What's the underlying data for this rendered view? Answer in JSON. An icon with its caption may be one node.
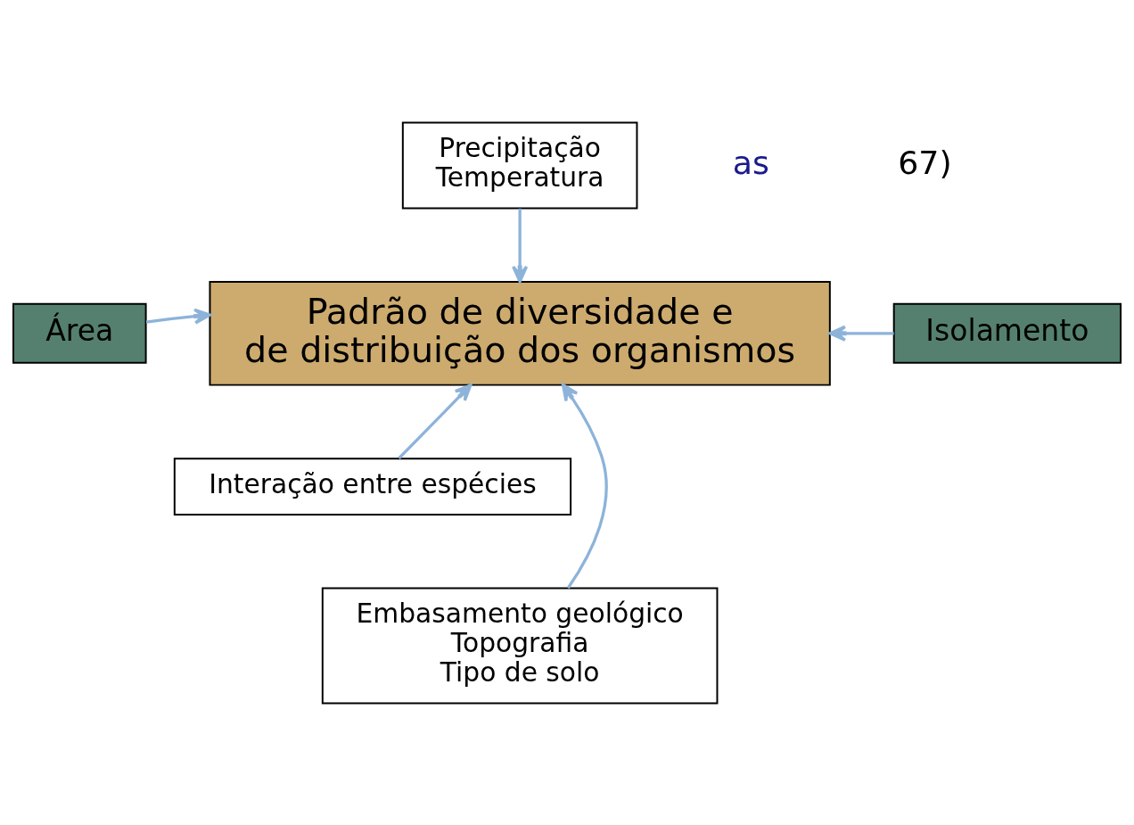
{
  "diagram": {
    "nodes": [
      {
        "text": [
          "Precipitação",
          "Temperatura"
        ]
      },
      {
        "text": [
          "Padrão de diversidade e de distribuição dos organismos"
        ]
      },
      {
        "text": [
          "Área"
        ]
      },
      {
        "text": [
          "Isolamento"
        ]
      },
      {
        "text": [
          "Interação entre espécies"
        ]
      },
      {
        "text": [
          "Embasamento geológico",
          "Topografia",
          "Tipo de solo"
        ]
      }
    ],
    "edges": [
      {
        "from": 0,
        "to": 1,
        "arrow": "to"
      },
      {
        "from": 2,
        "to": 1,
        "arrow": "to"
      },
      {
        "from": 3,
        "to": 1,
        "arrow": "to"
      },
      {
        "from": 4,
        "to": 1,
        "arrow": "to"
      },
      {
        "from": 5,
        "to": 1,
        "arrow": "to"
      }
    ],
    "labels": [
      "as",
      "67)"
    ]
  }
}
